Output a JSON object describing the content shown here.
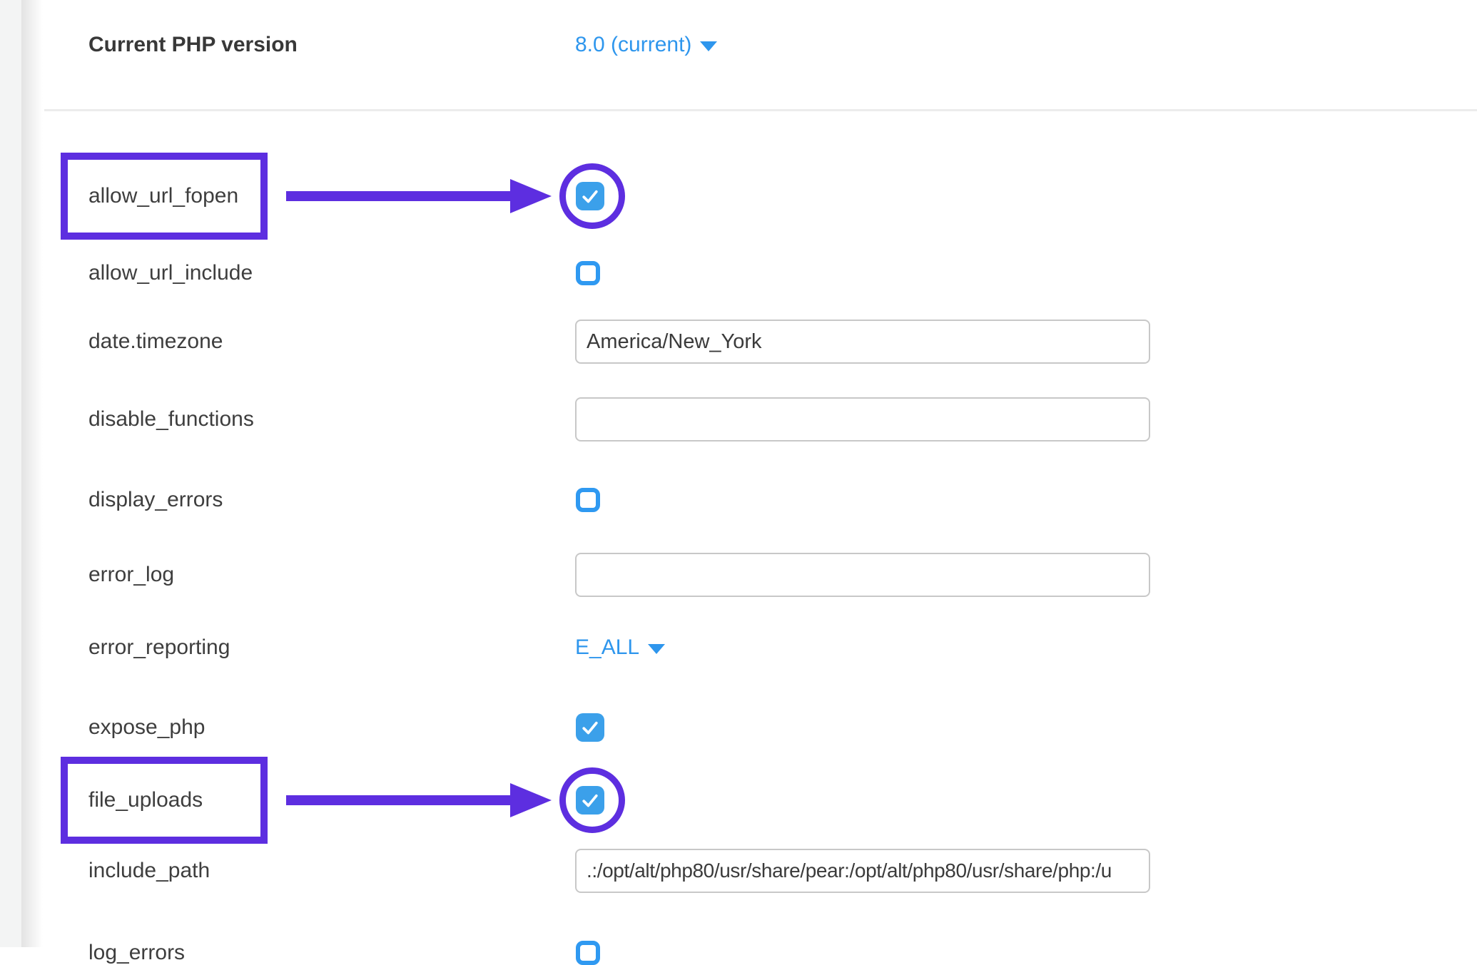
{
  "header": {
    "label": "Current PHP version",
    "value": "8.0 (current)"
  },
  "rows": [
    {
      "label": "allow_url_fopen",
      "type": "checkbox",
      "checked": true,
      "annotated": true
    },
    {
      "label": "allow_url_include",
      "type": "checkbox",
      "checked": false
    },
    {
      "label": "date.timezone",
      "type": "text",
      "value": "America/New_York"
    },
    {
      "label": "disable_functions",
      "type": "text",
      "value": ""
    },
    {
      "label": "display_errors",
      "type": "checkbox",
      "checked": false
    },
    {
      "label": "error_log",
      "type": "text",
      "value": ""
    },
    {
      "label": "error_reporting",
      "type": "dropdown",
      "value": "E_ALL"
    },
    {
      "label": "expose_php",
      "type": "checkbox",
      "checked": true
    },
    {
      "label": "file_uploads",
      "type": "checkbox",
      "checked": true,
      "annotated": true
    },
    {
      "label": "include_path",
      "type": "text",
      "value": ".:/opt/alt/php80/usr/share/pear:/opt/alt/php80/usr/share/php:/u"
    },
    {
      "label": "log_errors",
      "type": "checkbox",
      "checked": false,
      "partial": true
    }
  ],
  "colors": {
    "annotation_purple": "#5d2ee0",
    "link_blue": "#2e96ed",
    "checkbox_border_blue": "#2f99f1",
    "checkbox_fill_blue": "#3ba0ea",
    "label_text": "#3e3e3e",
    "divider": "#ececec"
  }
}
